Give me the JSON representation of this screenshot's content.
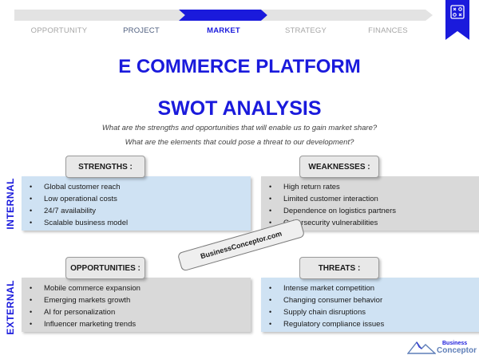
{
  "nav": {
    "steps": [
      {
        "label": "OPPORTUNITY"
      },
      {
        "label": "PROJECT"
      },
      {
        "label": "MARKET"
      },
      {
        "label": "STRATEGY"
      },
      {
        "label": "FINANCES"
      }
    ],
    "active_step": "MARKET"
  },
  "title": "E COMMERCE PLATFORM",
  "subtitle": "SWOT ANALYSIS",
  "questions": [
    "What are the strengths and opportunities that will enable us to gain market share?",
    "What are the elements that could pose a threat to our development?"
  ],
  "side_labels": {
    "internal": "INTERNAL",
    "external": "EXTERNAL"
  },
  "quadrants": {
    "strengths": {
      "title": "STRENGTHS :",
      "items": [
        "Global customer reach",
        "Low operational costs",
        "24/7 availability",
        "Scalable business model"
      ]
    },
    "weaknesses": {
      "title": "WEAKNESSES :",
      "items": [
        "High return rates",
        "Limited customer interaction",
        "Dependence on logistics partners",
        "Cybersecurity vulnerabilities"
      ]
    },
    "opportunities": {
      "title": "OPPORTUNITIES :",
      "items": [
        "Mobile commerce expansion",
        "Emerging markets growth",
        "AI for personalization",
        "Influencer marketing trends"
      ]
    },
    "threats": {
      "title": "THREATS :",
      "items": [
        "Intense market competition",
        "Changing consumer behavior",
        "Supply chain disruptions",
        "Regulatory compliance issues"
      ]
    }
  },
  "watermark": "BusinessConceptor.com",
  "logo": {
    "line1": "Business",
    "line2": "Conceptor"
  },
  "colors": {
    "accent": "#1a1adc",
    "blue_box": "#cfe2f3",
    "grey_box": "#d9d9d9",
    "inactive_chevron": "#e3e3e3"
  },
  "icons": {
    "bookmark": "strategy-board-icon",
    "logo": "mountain-icon"
  }
}
